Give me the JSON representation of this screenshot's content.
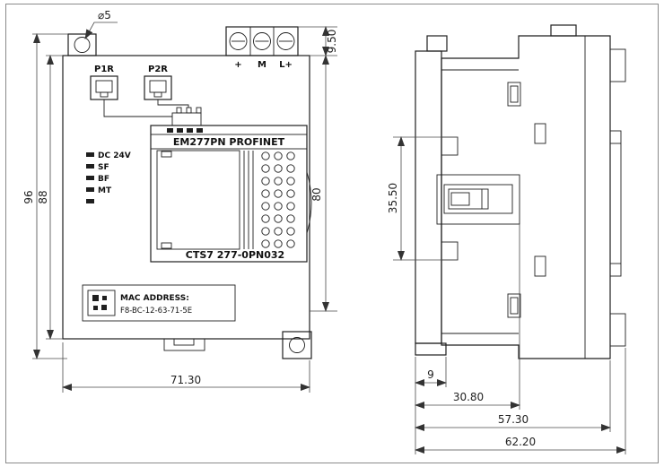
{
  "front_view": {
    "hole_dim": "⌀5",
    "port1": "P1R",
    "port2": "P2R",
    "terminal": {
      "plus": "+",
      "m": "M",
      "lplus": "L+"
    },
    "leds": [
      "DC 24V",
      "SF",
      "BF",
      "MT"
    ],
    "header": "EM277PN PROFINET",
    "model": "CTS7 277-0PN032",
    "mac_label": "MAC ADDRESS:",
    "mac_value": "F8-BC-12-63-71-5E",
    "dim_height_outer": "96",
    "dim_height_body": "88",
    "dim_terminal": "9.50",
    "dim_height_front": "80",
    "dim_width": "71.30"
  },
  "side_view": {
    "dim_rail": "35.50",
    "dim_foot": "9",
    "dim_latch": "30.80",
    "dim_body_depth": "57.30",
    "dim_total_depth": "62.20"
  }
}
